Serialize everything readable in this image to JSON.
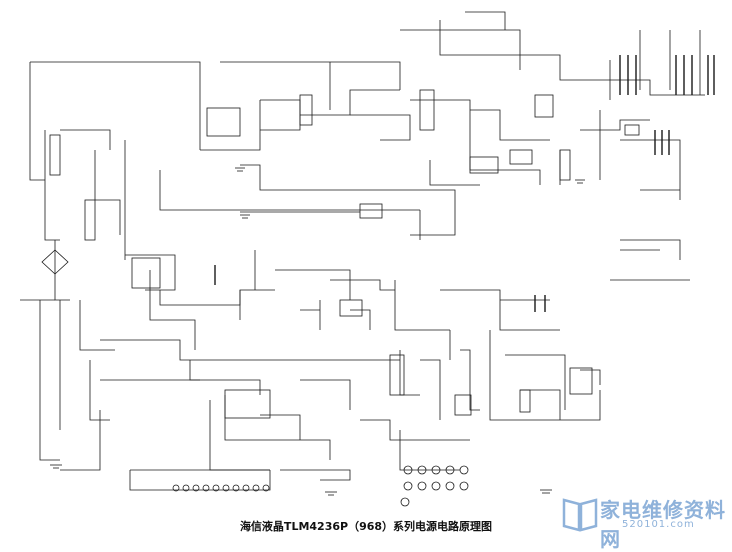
{
  "figure": {
    "caption": "海信液晶TLM4236P（968）系列电源电路原理图"
  },
  "watermark": {
    "site_name": "家电维修资料网",
    "url": "520101.com",
    "colors": {
      "watermark": "#8fb2da",
      "ink": "#111111"
    }
  },
  "palette": {
    "wire": "#1a1a1a",
    "background": "#ffffff"
  }
}
